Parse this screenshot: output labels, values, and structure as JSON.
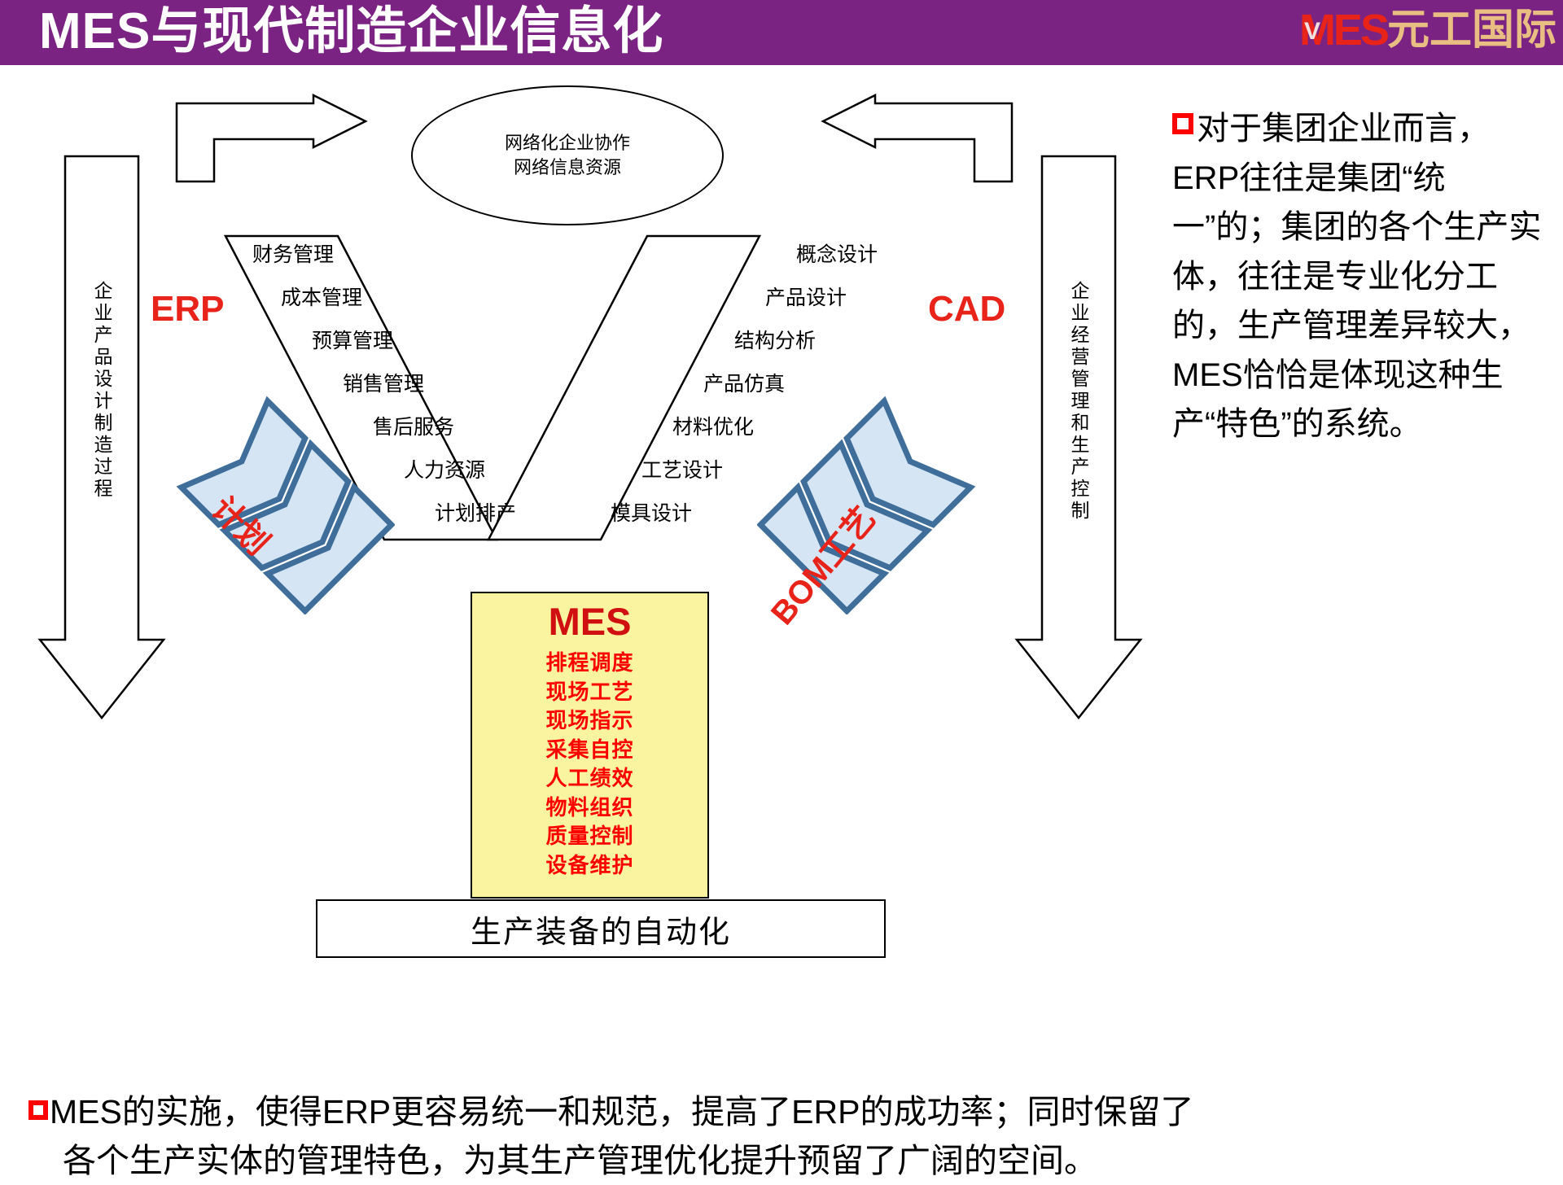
{
  "header": {
    "title": "MES与现代制造企业信息化",
    "logo_mes": "MES",
    "logo_v": "V",
    "logo_cn": "元工国际",
    "bar_color": "#7B2382",
    "logo_red": "#E8231A",
    "logo_gold": "#E8BE82"
  },
  "diagram": {
    "ellipse": {
      "line1": "网络化企业协作",
      "line2": "网络信息资源"
    },
    "left_pillar_label": "企业产品设计制造过程",
    "right_pillar_label": "企业经营管理和生产控制",
    "erp_label": "ERP",
    "cad_label": "CAD",
    "left_chevron_label": "计划",
    "right_chevron_label": "BOM工艺",
    "erp_items": [
      "财务管理",
      "成本管理",
      "预算管理",
      "销售管理",
      "售后服务",
      "人力资源",
      "计划排产"
    ],
    "cad_items": [
      "概念设计",
      "产品设计",
      "结构分析",
      "产品仿真",
      "材料优化",
      "工艺设计",
      "模具设计"
    ],
    "mes_title": "MES",
    "mes_items": [
      "排程调度",
      "现场工艺",
      "现场指示",
      "采集自控",
      "人工绩效",
      "物料组织",
      "质量控制",
      "设备维护"
    ],
    "mes_box_fill": "#FAF4A0",
    "mes_text_color": "#FF0000",
    "automation_box": "生产装备的自动化",
    "chevron_fill": "#D6E5F3",
    "chevron_stroke": "#3E6E99"
  },
  "right_panel": {
    "bullet": "□",
    "text": "对于集团企业而言，ERP往往是集团“统一”的；集团的各个生产实体，往往是专业化分工的，生产管理差异较大，MES恰恰是体现这种生产“特色”的系统。"
  },
  "bottom_panel": {
    "bullet": "□",
    "line1": "MES的实施，使得ERP更容易统一和规范，提高了ERP的成功率；同时保留了",
    "line2": "各个生产实体的管理特色，为其生产管理优化提升预留了广阔的空间。"
  }
}
